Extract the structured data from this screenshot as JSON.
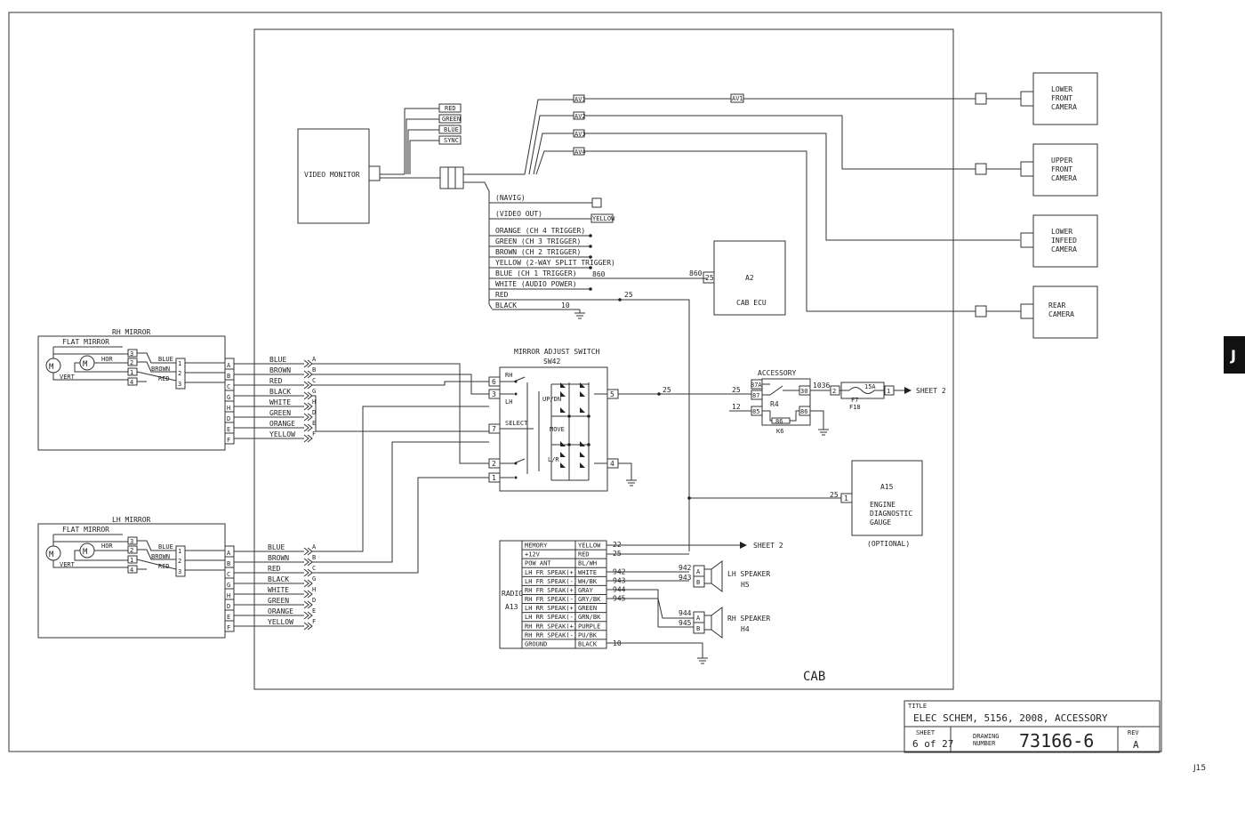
{
  "page_tab": "J",
  "page_number": "J15",
  "title_block": {
    "title_label": "TITLE",
    "title": "ELEC SCHEM, 5156, 2008, ACCESSORY",
    "sheet_label": "SHEET",
    "sheet": "6 of 27",
    "drawing_label": "DRAWING NUMBER",
    "drawing_number": "73166-6",
    "rev_label": "REV",
    "rev": "A"
  },
  "cab_label": "CAB",
  "video_monitor": {
    "label": "VIDEO MONITOR",
    "signals": [
      "RED",
      "GREEN",
      "BLUE",
      "SYNC"
    ]
  },
  "video_harness": {
    "wires": [
      "(NAVIG)",
      "(VIDEO OUT)",
      "ORANGE (CH 4 TRIGGER)",
      "GREEN (CH 3 TRIGGER)",
      "BROWN (CH 2 TRIGGER)",
      "YELLOW (2-WAY SPLIT TRIGGER)",
      "BLUE (CH 1 TRIGGER)",
      "WHITE (AUDIO POWER)",
      "RED",
      "BLACK"
    ],
    "video_out_tag": "YELLOW",
    "blue_circuit": "860",
    "red_circuit": "25",
    "black_circuit": "10"
  },
  "channels": [
    "AV1",
    "AV2",
    "AV3",
    "AV4"
  ],
  "channel_tag": "AV1",
  "cameras": [
    "LOWER FRONT CAMERA",
    "UPPER FRONT CAMERA",
    "LOWER INFEED CAMERA",
    "REAR CAMERA"
  ],
  "cab_ecu": {
    "id": "A2",
    "label": "CAB ECU",
    "pin": "25",
    "circuit": "860"
  },
  "rh_mirror": {
    "title": "RH MIRROR",
    "sub": "FLAT MIRROR",
    "hor": "HOR",
    "vert": "VERT",
    "pins_a": [
      "3",
      "2",
      "1",
      "4"
    ],
    "pins_b": [
      "1",
      "2",
      "3"
    ],
    "wire_labels": [
      "BLUE",
      "BROWN",
      "RED"
    ]
  },
  "lh_mirror": {
    "title": "LH MIRROR",
    "sub": "FLAT MIRROR",
    "hor": "HOR",
    "vert": "VERT",
    "pins_a": [
      "3",
      "2",
      "1",
      "4"
    ],
    "pins_b": [
      "1",
      "2",
      "3"
    ],
    "wire_labels": [
      "BLUE",
      "BROWN",
      "RED"
    ]
  },
  "connector_pins": [
    "A",
    "B",
    "C",
    "G",
    "H",
    "D",
    "E",
    "F"
  ],
  "connector_wires": [
    "BLUE",
    "BROWN",
    "RED",
    "BLACK",
    "WHITE",
    "GREEN",
    "ORANGE",
    "YELLOW"
  ],
  "connector_mates": [
    "A",
    "B",
    "C",
    "G",
    "H",
    "D",
    "E",
    "F"
  ],
  "mirror_switch": {
    "title": "MIRROR ADJUST SWITCH",
    "id": "SW42",
    "pins_left": [
      "6",
      "3",
      "7",
      "2",
      "1"
    ],
    "pins_right": [
      "5",
      "4"
    ],
    "rh": "RH",
    "lh": "LH",
    "select": "SELECT",
    "updn": "UP/DN",
    "move": "MOVE",
    "lr": "L/R",
    "circuit_out": "25"
  },
  "accessory_relay": {
    "title": "ACCESSORY",
    "id": "R4",
    "ref": "K6",
    "terminals": [
      "87A",
      "87",
      "85",
      "30",
      "86"
    ],
    "coil": "86",
    "circuit_in": "25",
    "circuit_coil": "12",
    "circuit_out": "1036",
    "fuse_id": "F7",
    "fuse_rating": "15A",
    "fuse_ref": "F18",
    "fuse_pins": [
      "2",
      "1"
    ],
    "sheet_ref": "SHEET 2"
  },
  "gauge": {
    "id": "A15",
    "label": "ENGINE DIAGNOSTIC GAUGE",
    "note": "(OPTIONAL)",
    "pin": "1",
    "circuit": "25"
  },
  "radio": {
    "label": "RADIO",
    "id": "A13",
    "rows": [
      {
        "func": "MEMORY",
        "wire": "YELLOW",
        "circuit": "22"
      },
      {
        "func": "+12V",
        "wire": "RED",
        "circuit": "25"
      },
      {
        "func": "POW ANT",
        "wire": "BL/WH",
        "circuit": ""
      },
      {
        "func": "LH FR SPEAK(+)",
        "wire": "WHITE",
        "circuit": "942"
      },
      {
        "func": "LH FR SPEAK(-)",
        "wire": "WH/BK",
        "circuit": "943"
      },
      {
        "func": "RH FR SPEAK(+)",
        "wire": "GRAY",
        "circuit": "944"
      },
      {
        "func": "RH FR SPEAK(-)",
        "wire": "GRY/BK",
        "circuit": "945"
      },
      {
        "func": "LH RR SPEAK(+)",
        "wire": "GREEN",
        "circuit": ""
      },
      {
        "func": "LH RR SPEAK(-)",
        "wire": "GRN/BK",
        "circuit": ""
      },
      {
        "func": "RH RR SPEAK(+)",
        "wire": "PURPLE",
        "circuit": ""
      },
      {
        "func": "RH RR SPEAK(-)",
        "wire": "PU/BK",
        "circuit": ""
      },
      {
        "func": "GROUND",
        "wire": "BLACK",
        "circuit": "10"
      }
    ],
    "sheet_ref": "SHEET 2"
  },
  "lh_speaker": {
    "label": "LH SPEAKER",
    "id": "H5",
    "pins": [
      "A",
      "B"
    ],
    "circuits": [
      "942",
      "943"
    ]
  },
  "rh_speaker": {
    "label": "RH SPEAKER",
    "id": "H4",
    "pins": [
      "A",
      "B"
    ],
    "circuits": [
      "944",
      "945"
    ]
  }
}
